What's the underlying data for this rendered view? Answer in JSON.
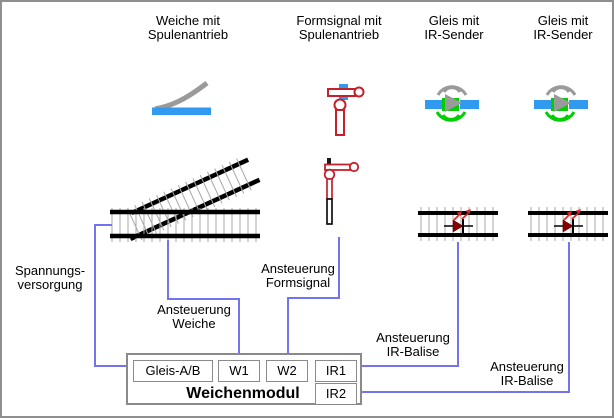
{
  "top_labels": [
    {
      "line1": "Weiche mit",
      "line2": "Spulenantrieb"
    },
    {
      "line1": "Formsignal mit",
      "line2": "Spulenantrieb"
    },
    {
      "line1": "Gleis mit",
      "line2": "IR-Sender"
    },
    {
      "line1": "Gleis mit",
      "line2": "IR-Sender"
    }
  ],
  "wire_labels": {
    "power": {
      "line1": "Spannungs-",
      "line2": "versorgung"
    },
    "weiche": {
      "line1": "Ansteuerung",
      "line2": "Weiche"
    },
    "formsignal": {
      "line1": "Ansteuerung",
      "line2": "Formsignal"
    },
    "ir1": {
      "line1": "Ansteuerung",
      "line2": "IR-Balise"
    },
    "ir2": {
      "line1": "Ansteuerung",
      "line2": "IR-Balise"
    }
  },
  "module": {
    "title": "Weichenmodul",
    "ports": [
      "Gleis-A/B",
      "W1",
      "W2",
      "IR1"
    ],
    "ir2": "IR2"
  },
  "icons": [
    "turnout-switch-icon",
    "semaphore-icon",
    "ir-sender-icon",
    "ir-sender-icon",
    "turnout-track-graphic",
    "semaphore-signal-graphic",
    "ir-balise-track-graphic",
    "ir-balise-track-graphic"
  ],
  "colors": {
    "wire": "#7473ee",
    "track_blue": "#2f9af0",
    "ir_green": "#00ce00",
    "icon_gray": "#9a9a9a",
    "signal_red": "#c5202c",
    "led_red": "#e02525",
    "frame_gray": "#8a8a8a"
  }
}
